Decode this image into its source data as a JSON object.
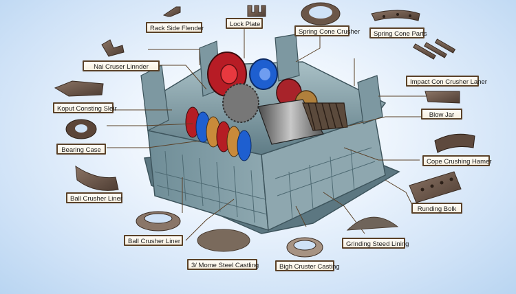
{
  "labels": {
    "rack_side_flender": "Rack Side Flender",
    "lock_plate": "Lock Plate",
    "spring_cone_crusher": "Spring Cone Crusher",
    "spring_cone_parts": "Spring Cone Parts",
    "nai_cruser_linnder": "Nai Cruser Linnder",
    "impact_con_crusher_laner": "Impact Con Crusher Laner",
    "koput_consting_sleir": "Koput Consting Sleir",
    "blow_jar": "Blow Jar",
    "bearing_case": "Bearing Case",
    "cope_crushing_hamer": "Cope Crushing Hamer",
    "ball_crusher_liner_1": "Ball Crusher Liner",
    "runding_bolk": "Runding Bolk",
    "ball_crusher_liner_2": "Ball  Crusher Liner",
    "grinding_steed_lining": "Grinding Steed Lining",
    "mome_steel_casting": "3/ Mome Steel Castling",
    "bigh_cruster_casting": "Bigh Cruster Casting"
  },
  "colors": {
    "frame": "#7f9aa3",
    "frame_dark": "#4f6a74",
    "gear_red": "#d4202a",
    "gear_blue": "#1e5fd0",
    "bronze": "#c98a3a",
    "part_brown": "#6b5648",
    "leader": "#5a4128"
  },
  "icons": [
    "rack-icon",
    "lock-plate-icon",
    "spring-ring-icon",
    "cone-part-icon",
    "liner-bracket-icon",
    "bar-parts-icon",
    "slider-plate-icon",
    "blow-bar-icon",
    "bearing-ring-icon",
    "hammer-icon",
    "curved-liner-icon",
    "perforated-plate-icon",
    "ring-liner-icon",
    "steel-balls-icon",
    "ring-casting-icon",
    "grit-pile-icon"
  ]
}
